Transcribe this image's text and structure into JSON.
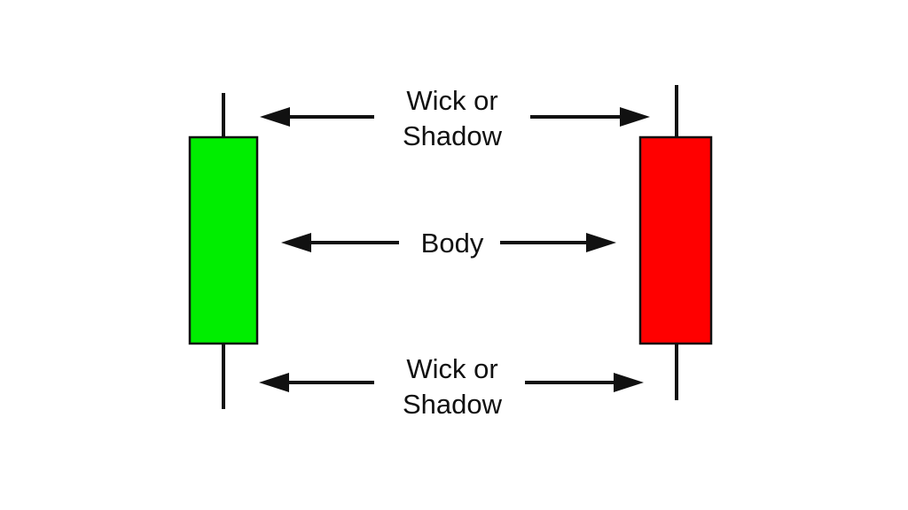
{
  "labels": {
    "top": {
      "line1": "Wick or",
      "line2": "Shadow"
    },
    "body": "Body",
    "bottom": {
      "line1": "Wick or",
      "line2": "Shadow"
    }
  },
  "candles": {
    "bullish": {
      "color": "#00ee00"
    },
    "bearish": {
      "color": "#ff0000"
    }
  },
  "colors": {
    "line": "#111111",
    "outline": "#111111",
    "background": "#ffffff"
  }
}
